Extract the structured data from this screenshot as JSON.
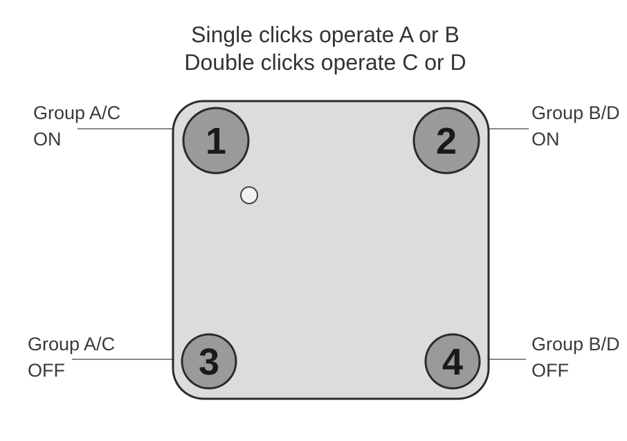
{
  "title": {
    "line1": "Single clicks operate A or B",
    "line2": "Double clicks operate C or D"
  },
  "labels": {
    "top_left": {
      "group": "Group A/C",
      "state": "ON"
    },
    "top_right": {
      "group": "Group B/D",
      "state": "ON"
    },
    "bottom_left": {
      "group": "Group A/C",
      "state": "OFF"
    },
    "bottom_right": {
      "group": "Group B/D",
      "state": "OFF"
    }
  },
  "buttons": {
    "b1": "1",
    "b2": "2",
    "b3": "3",
    "b4": "4"
  },
  "colors": {
    "body_fill": "#dcdcdc",
    "body_stroke": "#2a2a2a",
    "button_fill": "#9a9a9a",
    "indicator_fill": "#f2f2f2",
    "leader_line": "#888888"
  }
}
